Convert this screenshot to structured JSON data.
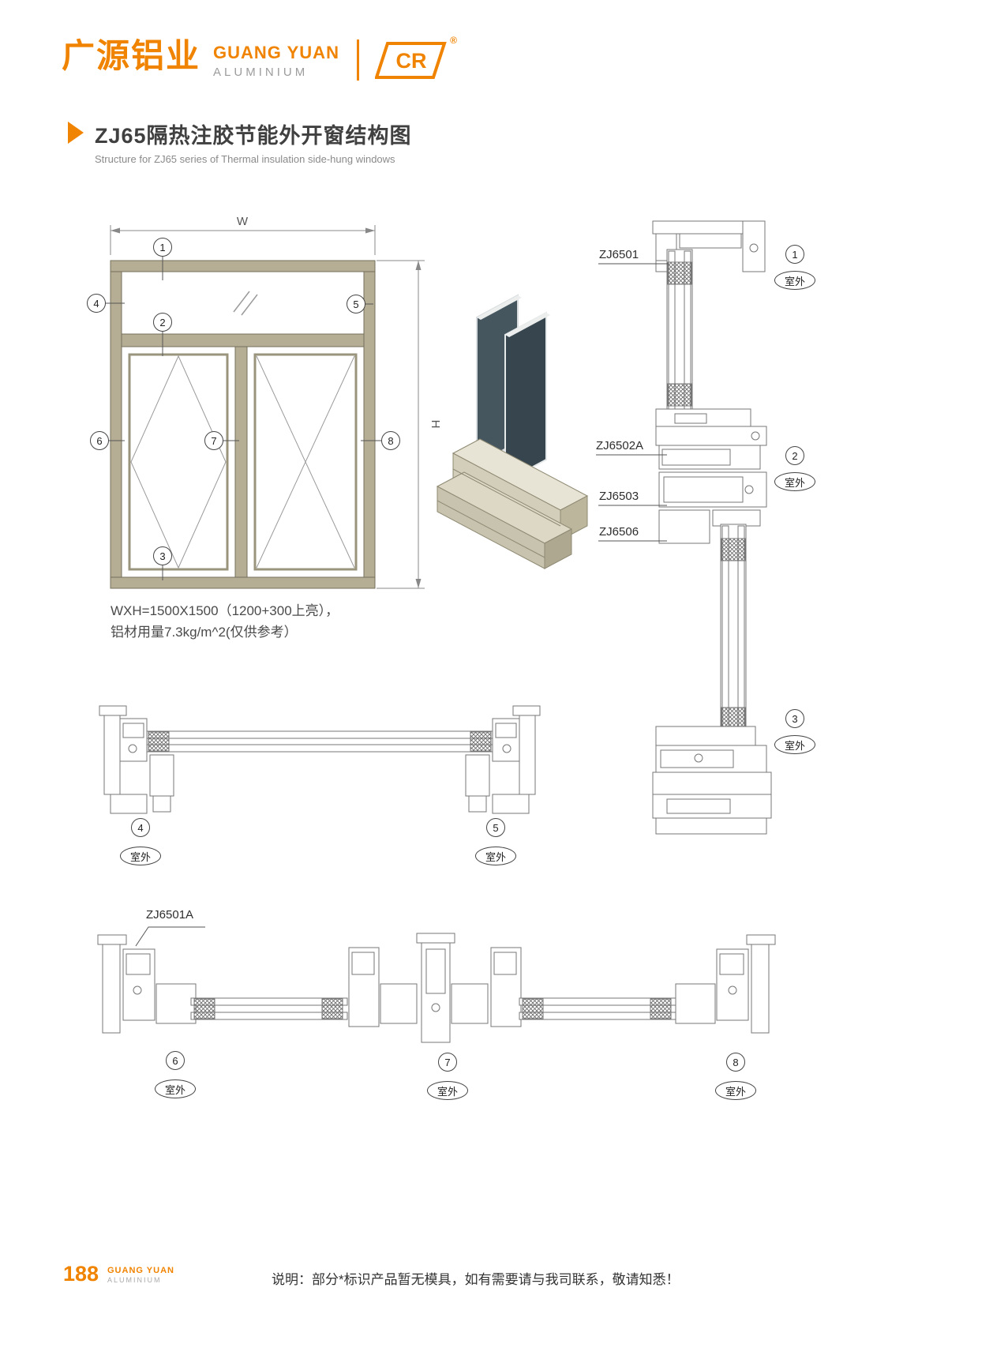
{
  "header": {
    "logo_cn": "广源铝业",
    "logo_en": "GUANG YUAN",
    "logo_sub": "ALUMINIUM",
    "badge_text": "CR",
    "registered": "®"
  },
  "title": {
    "cn": "ZJ65隔热注胶节能外开窗结构图",
    "en": "Structure for ZJ65 series of Thermal insulation side-hung windows"
  },
  "elevation": {
    "dim_w": "W",
    "dim_h": "H",
    "note_line1": "WXH=1500X1500（1200+300上亮），",
    "note_line2": "铝材用量7.3kg/m^2(仅供参考）"
  },
  "callouts": {
    "c1": "1",
    "c2": "2",
    "c3": "3",
    "c4": "4",
    "c5": "5",
    "c6": "6",
    "c7": "7",
    "c8": "8"
  },
  "parts": {
    "p6501": "ZJ6501",
    "p6502a": "ZJ6502A",
    "p6503": "ZJ6503",
    "p6506": "ZJ6506",
    "p6501a": "ZJ6501A"
  },
  "labels": {
    "outdoor": "室外"
  },
  "footer": {
    "page": "188",
    "brand": "GUANG YUAN",
    "brand_sub": "ALUMINIUM",
    "note": "说明：部分*标识产品暂无模具，如有需要请与我司联系，敬请知悉！"
  },
  "colors": {
    "accent": "#f08300",
    "frame_tan": "#b5ae95",
    "line_gray": "#777777"
  }
}
